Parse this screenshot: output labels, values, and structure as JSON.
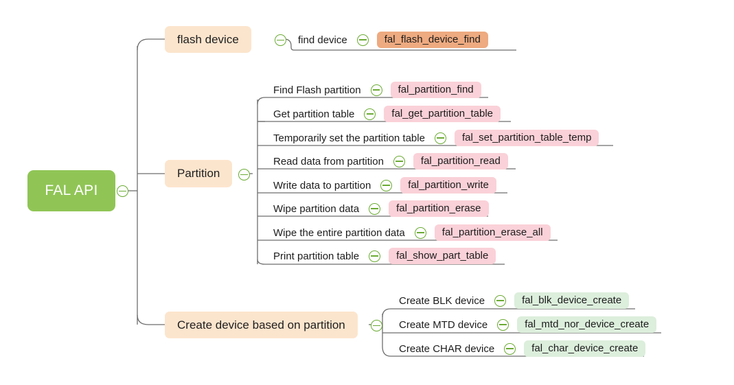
{
  "diagram": {
    "title": "FAL API",
    "type": "mindmap",
    "background_color": "#ffffff",
    "colors": {
      "root_fill": "#90c556",
      "root_text": "#ffffff",
      "branch_fill": "#fce5cd",
      "branch_text": "#202020",
      "badge_orange": "#eeaa80",
      "badge_pink": "#fad1d8",
      "badge_green": "#dceedc",
      "connector": "#6d6d6d",
      "toggle_stroke": "#6aaa33"
    },
    "toggle_icon": "collapse-minus-circle-icon"
  },
  "root": {
    "label": "FAL API"
  },
  "branches": [
    {
      "id": "flash-device",
      "label": "flash device",
      "badge_style": "orange",
      "children": [
        {
          "label": "find device",
          "api": "fal_flash_device_find"
        }
      ]
    },
    {
      "id": "partition",
      "label": "Partition",
      "badge_style": "pink",
      "children": [
        {
          "label": "Find Flash partition",
          "api": "fal_partition_find"
        },
        {
          "label": "Get partition table",
          "api": "fal_get_partition_table"
        },
        {
          "label": "Temporarily set the partition table",
          "api": "fal_set_partition_table_temp"
        },
        {
          "label": "Read data from partition",
          "api": "fal_partition_read"
        },
        {
          "label": "Write data to partition",
          "api": "fal_partition_write"
        },
        {
          "label": "Wipe partition data",
          "api": "fal_partition_erase"
        },
        {
          "label": "Wipe the entire partition data",
          "api": "fal_partition_erase_all"
        },
        {
          "label": "Print partition table",
          "api": "fal_show_part_table"
        }
      ]
    },
    {
      "id": "create-device",
      "label": "Create device based on partition",
      "badge_style": "green",
      "children": [
        {
          "label": "Create BLK device",
          "api": "fal_blk_device_create"
        },
        {
          "label": "Create MTD device",
          "api": "fal_mtd_nor_device_create"
        },
        {
          "label": "Create CHAR device",
          "api": "fal_char_device_create"
        }
      ]
    }
  ]
}
